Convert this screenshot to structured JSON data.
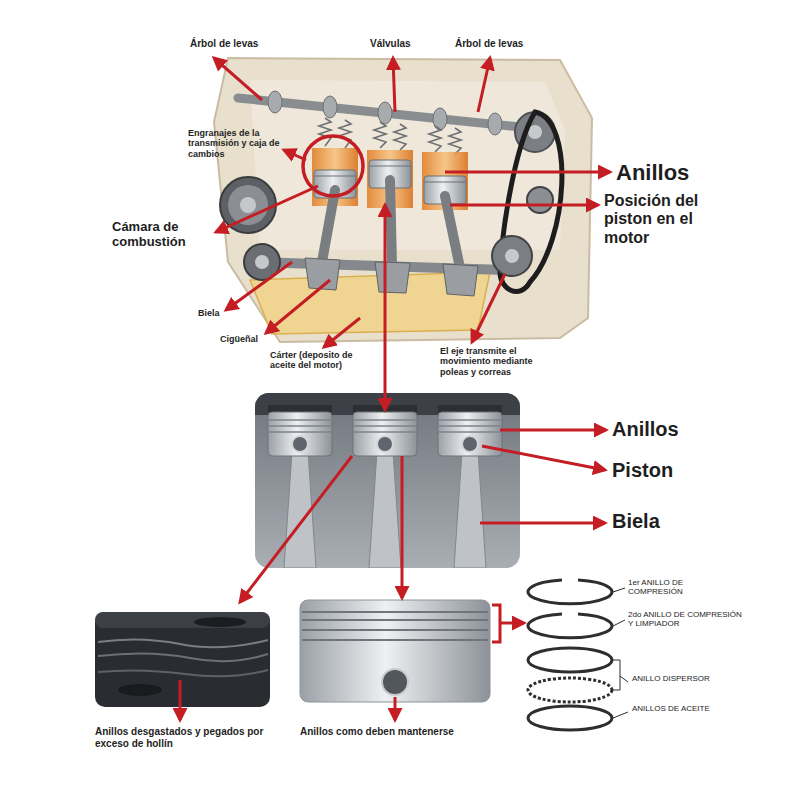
{
  "diagram": {
    "labels": [
      "Árbol de levas",
      "Válvulas",
      "Árbol de levas",
      "Engranajes de la transmisión y caja de cambios",
      "Anillos",
      "Posición del piston en el motor",
      "Cámara de combustión",
      "Biela",
      "Cigüeñal",
      "Cárter (deposito de aceite del motor)",
      "El eje transmite el movimiento mediante poleas y correas",
      "Anillos",
      "Piston",
      "Biela",
      "Anillos desgastados y pegados por exceso de hollín",
      "Anillos como deben mantenerse",
      "1er ANILLO DE COMPRESIÓN",
      "2do ANILLO DE COMPRESIÓN Y LIMPIADOR",
      "ANILLO DISPERSOR",
      "ANILLOS DE ACEITE"
    ]
  }
}
